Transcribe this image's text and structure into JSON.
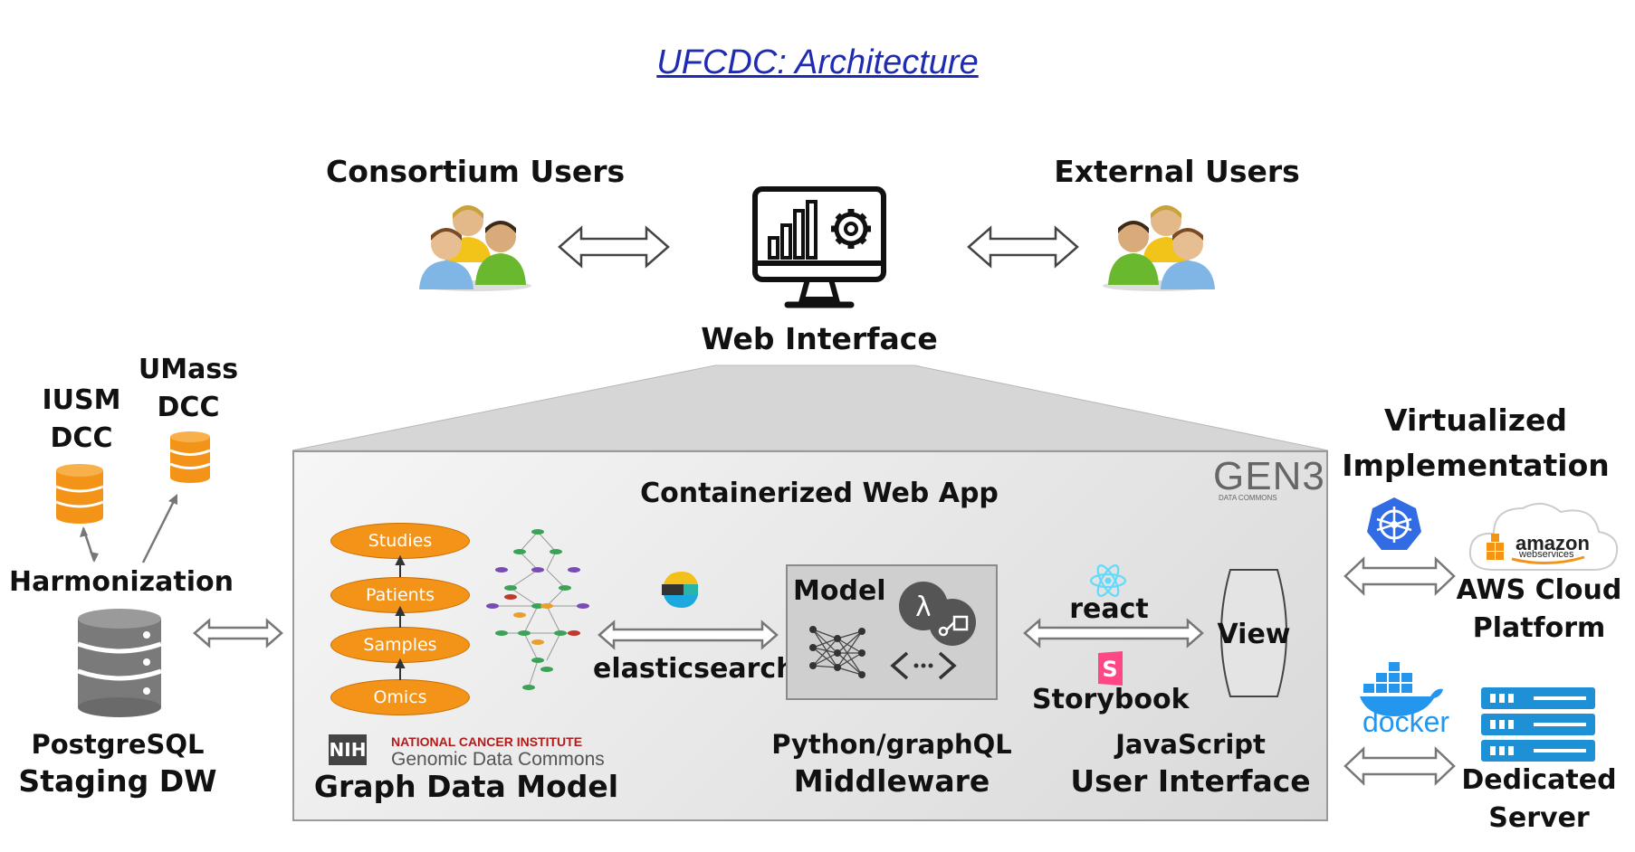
{
  "title": "UFCDC: Architecture",
  "users": {
    "consortium_label": "Consortium Users",
    "external_label": "External Users"
  },
  "web_interface_label": "Web Interface",
  "left": {
    "iusm_line1": "IUSM",
    "iusm_line2": "DCC",
    "umass_line1": "UMass",
    "umass_line2": "DCC",
    "harmonization_label": "Harmonization",
    "postgres_line1": "PostgreSQL",
    "postgres_line2": "Staging DW"
  },
  "panel": {
    "title": "Containerized Web App",
    "gen3_logo_text": "GEN3",
    "gen3_logo_subtext": "DATA COMMONS",
    "graph_nodes": [
      "Studies",
      "Patients",
      "Samples",
      "Omics"
    ],
    "nih_badge": "NIH",
    "nci_line1": "NATIONAL CANCER INSTITUTE",
    "nci_line2": "Genomic Data Commons",
    "graph_model_label": "Graph Data Model",
    "elasticsearch_label": "elasticsearch",
    "model_label": "Model",
    "middleware_line1": "Python/graphQL",
    "middleware_line2": "Middleware",
    "react_label": "react",
    "storybook_label": "Storybook",
    "view_label": "View",
    "ui_line1": "JavaScript",
    "ui_line2": "User Interface"
  },
  "right": {
    "virtualized_line1": "Virtualized",
    "virtualized_line2": "Implementation",
    "amazon_text": "amazon",
    "webservices_text": "webservices",
    "aws_line1": "AWS Cloud",
    "aws_line2": "Platform",
    "docker_text": "docker",
    "server_line1": "Dedicated",
    "server_line2": "Server"
  },
  "colors": {
    "title": "#1f2bb0",
    "orange": "#f39418",
    "kubernetes": "#326ce5",
    "docker": "#2496ed",
    "server": "#1e90d6",
    "gen3": "#c8b400",
    "nih_red": "#b31b1b",
    "storybook": "#ff4785",
    "react": "#61dafb"
  }
}
